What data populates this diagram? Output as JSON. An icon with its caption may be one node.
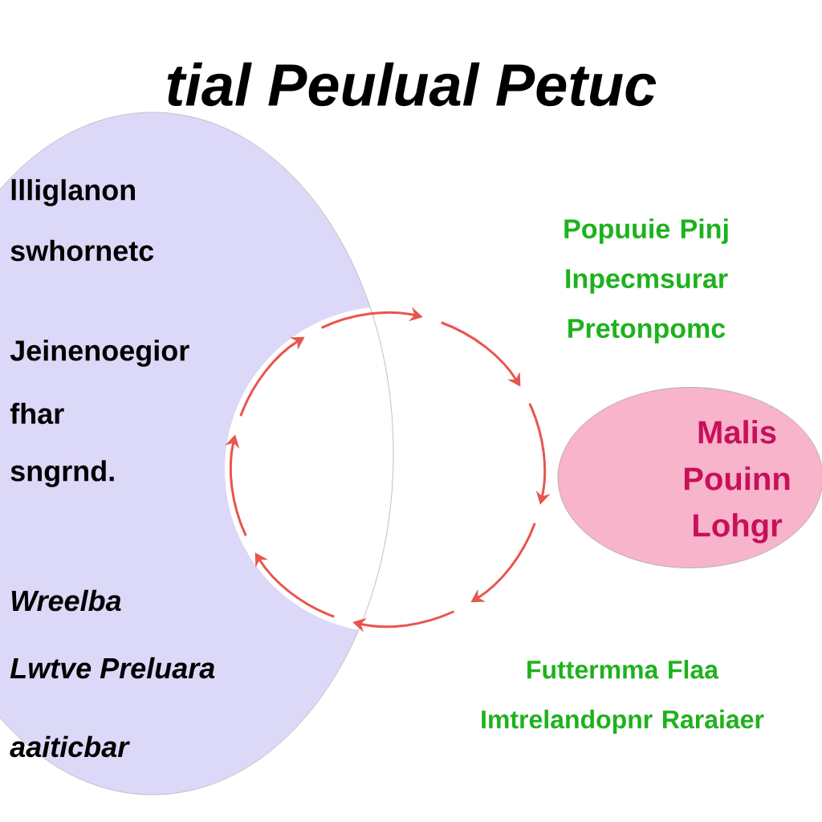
{
  "diagram": {
    "title": "tial Peulual Petuc",
    "nodes": [
      {
        "text": [
          "llliglanon",
          "swhornetc",
          "Jeinenoegior",
          "fhar",
          "sngrnd.",
          "Wreelba",
          "Lwtve Preluara",
          "aaiticbar"
        ]
      },
      {
        "text": [
          "Malis Pouinn Lohgr"
        ]
      }
    ],
    "labels": [
      "Popuuie Pinj Inpecmsurar Pretonpomc",
      "Futtermma Flaa Imtrelandopnr Raraiaer"
    ]
  }
}
